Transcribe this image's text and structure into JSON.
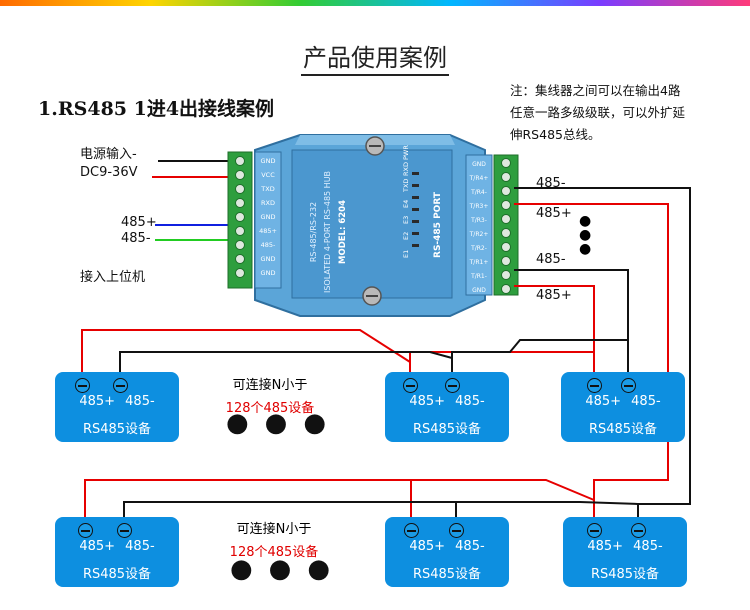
{
  "header": {
    "title": "产品使用案例"
  },
  "subtitle": "1.RS485 1进4出接线案例",
  "note": {
    "lines": [
      "注：集线器之间可以在输出4路",
      "任意一路多级级联，可以外扩延",
      "伸RS485总线。"
    ]
  },
  "left_labels": {
    "power": "电源输入-",
    "vcc": "DC9-36V",
    "a": "485+",
    "b": "485-",
    "host": "接入上位机"
  },
  "right_labels": {
    "r1": "485-",
    "r2": "485+",
    "r3": "485-",
    "r4": "485+"
  },
  "hub": {
    "left_terminals": [
      "GND",
      "VCC",
      "TXD",
      "RXD",
      "GND",
      "485+",
      "485-",
      "GND",
      "GND"
    ],
    "right_terminals": [
      "GND",
      "T/R4+",
      "T/R4-",
      "T/R3+",
      "T/R3-",
      "T/R2+",
      "T/R2-",
      "T/R1+",
      "T/R1-",
      "GND"
    ],
    "side_text": [
      "RS-485/RS-232",
      "ISOLATED 4-PORT RS-485 HUB",
      "MODEL: 6204"
    ],
    "led_labels": [
      "E1",
      "E2",
      "E3",
      "E4",
      "TXD",
      "RXD",
      "PWR"
    ],
    "port_label": "RS-485  PORT"
  },
  "devices": [
    {
      "pins": "485+ 485-",
      "name": "RS485设备"
    },
    {
      "pins": "485+ 485-",
      "name": "RS485设备"
    },
    {
      "pins": "485+ 485-",
      "name": "RS485设备"
    },
    {
      "pins": "485+ 485-",
      "name": "RS485设备"
    },
    {
      "pins": "485+ 485-",
      "name": "RS485设备"
    },
    {
      "pins": "485+ 485-",
      "name": "RS485设备"
    }
  ],
  "connect_note": {
    "line1": "可连接N小于",
    "line2": "128个485设备"
  },
  "colors": {
    "red": "#e60000",
    "black": "#111111",
    "blue": "#1020e0",
    "green": "#22cc22",
    "device": "#0d8fe0",
    "hub": "#5ba5d8",
    "terminal": "#2e9e3e"
  }
}
